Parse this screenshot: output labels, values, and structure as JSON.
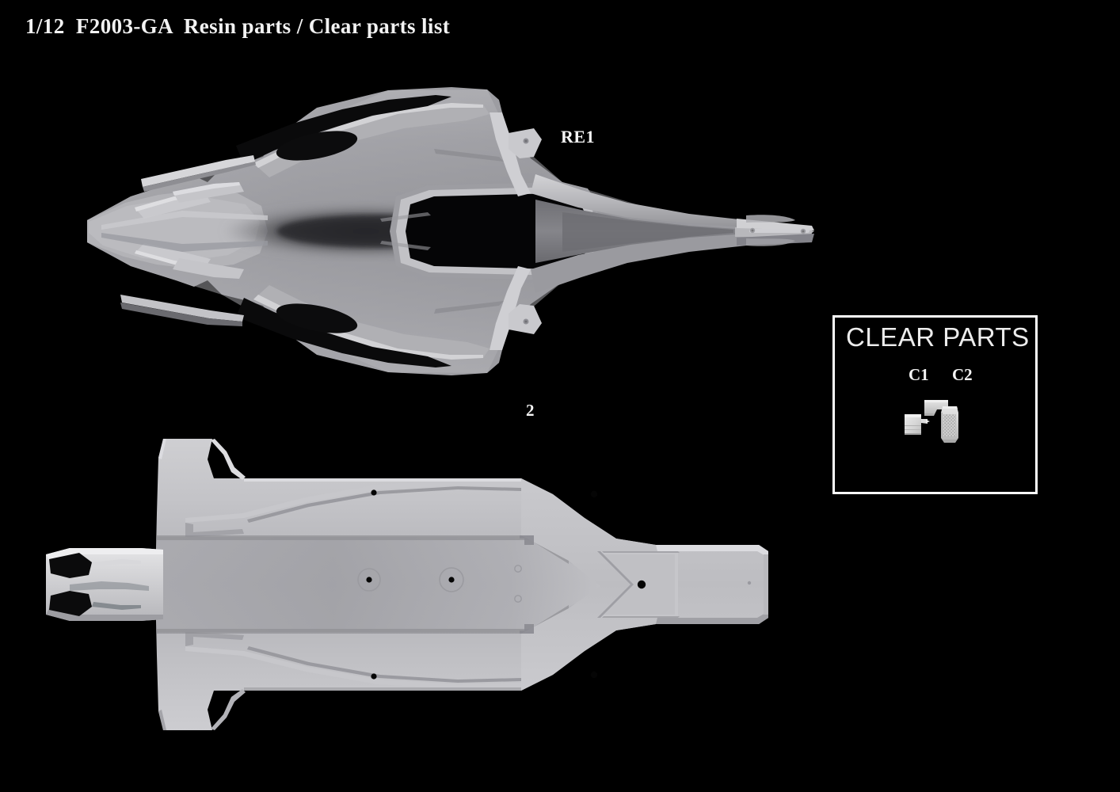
{
  "document": {
    "title": "1/12  F2003-GA  Resin parts / Clear parts list",
    "background_color": "#000000",
    "text_color": "#f2f2f2"
  },
  "parts": {
    "resin": [
      {
        "id": "RE1",
        "label": "RE1",
        "description": "upper body / monocoque shell"
      },
      {
        "id": "2",
        "label": "2",
        "description": "lower floor / underbody panel"
      }
    ]
  },
  "clear_panel": {
    "heading": "CLEAR PARTS",
    "border_color": "#ffffff",
    "items": [
      {
        "id": "C1",
        "label": "C1"
      },
      {
        "id": "C2",
        "label": "C2"
      }
    ]
  },
  "colors": {
    "resin_light": "#c8c8cb",
    "resin_mid": "#a9a9ad",
    "resin_dark": "#7e7e83",
    "resin_shadow": "#5c5c60",
    "clear_part": "#d9d9d9"
  }
}
